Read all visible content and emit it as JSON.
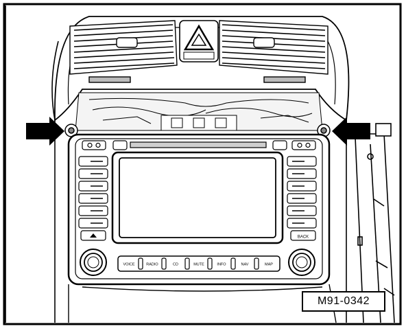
{
  "figure": {
    "reference_code": "M91-0342"
  },
  "radio": {
    "buttons": {
      "voice": "VOICE",
      "radio": "RADIO",
      "cd": "CD",
      "mute": "MUTE",
      "info": "INFO",
      "nav": "NAV",
      "map": "MAP",
      "back": "BACK"
    }
  },
  "colors": {
    "line": "#000000",
    "shade": "#d6d6d6",
    "background": "#ffffff"
  },
  "icons": {
    "left_arrow": "arrow-right-icon",
    "right_arrow": "arrow-left-icon",
    "hazard": "hazard-triangle-icon"
  }
}
